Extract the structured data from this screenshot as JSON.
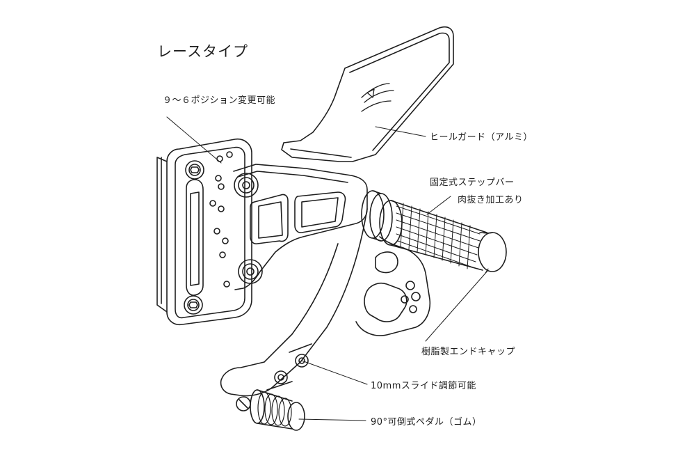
{
  "title": "レースタイプ",
  "callouts": {
    "positions": "９～６ポジション変更可能",
    "heel_guard": "ヒールガード（アルミ）",
    "fixed_step_line1": "固定式ステップバー",
    "fixed_step_line2": "肉抜き加工あり",
    "end_cap": "樹脂製エンドキャップ",
    "slide_adjust": "10mmスライド調節可能",
    "pedal": "90°可倒式ペダル（ゴム）"
  },
  "colors": {
    "ink": "#1e1e1e",
    "background": "#ffffff"
  }
}
